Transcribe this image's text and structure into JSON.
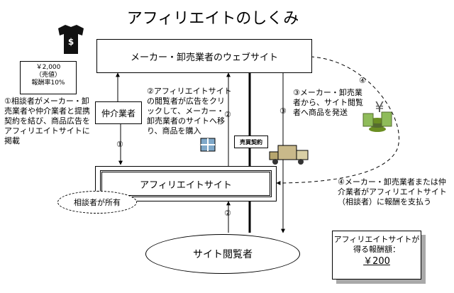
{
  "title": "アフィリエイトのしくみ",
  "nodes": {
    "maker": "メーカー・卸売業者のウェブサイト",
    "broker": "仲介業者",
    "affiliate_site": "アフィリエイトサイト",
    "viewer": "サイト閲覧者",
    "owner": "相談者が所有",
    "contract": "売買契約"
  },
  "price_box": {
    "amount": "￥2,000",
    "label": "（売値）",
    "rate": "報酬率10%"
  },
  "notes": {
    "n1": "①相談者がメーカー・卸売業者や仲介業者と提携契約を結び、商品広告をアフィリエイトサイトに掲載",
    "n2": "②アフィリエイトサイトの閲覧者が広告をクリックして、メーカー・卸売業者のサイトへ移り、商品を購入",
    "n3": "③メーカー・卸売業者から、サイト閲覧者へ商品を発送",
    "n4": "④メーカー・卸売業者または仲介業者がアフィリエイトサイト（相談者）に報酬を支払う"
  },
  "markers": {
    "m1": "①",
    "m2": "②",
    "m3": "③",
    "m4": "④"
  },
  "result": {
    "label": "アフィリエイトサイトが得る報酬額：",
    "amount": "￥200"
  },
  "icons": [
    "tshirt-icon",
    "yen-money-icon",
    "truck-icon",
    "gift-box-icon"
  ],
  "colors": {
    "money": "#6b8e23",
    "truck": "#c9b98a",
    "gift": "#7fa8c9"
  }
}
